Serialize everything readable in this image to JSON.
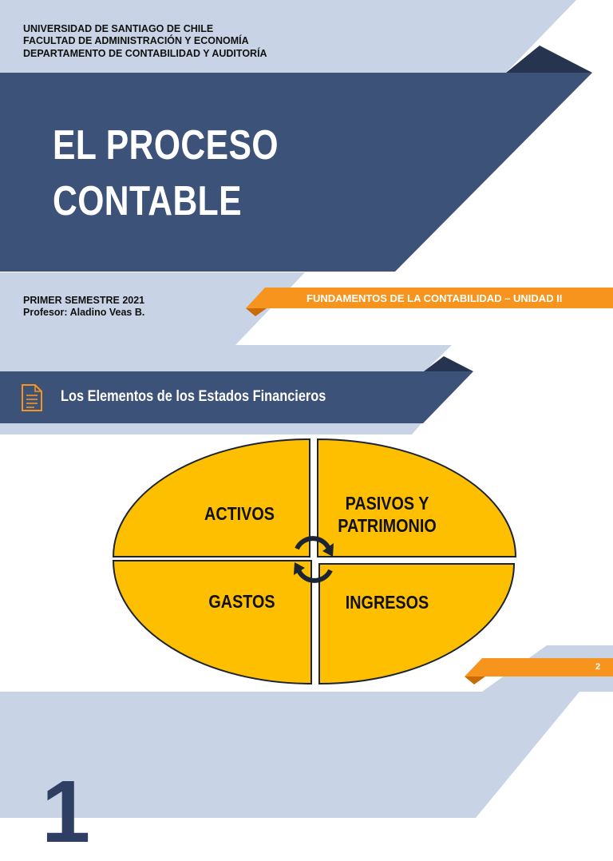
{
  "slide1": {
    "header_lines": [
      "UNIVERSIDAD DE SANTIAGO DE CHILE",
      "FACULTAD DE ADMINISTRACIÓN Y ECONOMÍA",
      "DEPARTAMENTO DE CONTABILIDAD Y AUDITORÍA"
    ],
    "title_lines": [
      "EL PROCESO",
      "CONTABLE"
    ],
    "semester": "PRIMER SEMESTRE 2021",
    "professor": "Profesor: Aladino Veas B.",
    "course_label": "FUNDAMENTOS DE LA CONTABILIDAD – UNIDAD II"
  },
  "slide2": {
    "section_icon": "document-icon",
    "section_title": "Los Elementos de los Estados Financieros",
    "quadrants": {
      "top_left": "ACTIVOS",
      "top_right_line1": "PASIVOS Y",
      "top_right_line2": "PATRIMONIO",
      "bottom_left": "GASTOS",
      "bottom_right": "INGRESOS"
    },
    "center_icon": "cycle-arrows-icon",
    "page_number": "2"
  },
  "slide3": {
    "big_number": "1"
  },
  "colors": {
    "navy": "#3d5278",
    "light_blue": "#c8d3e6",
    "dark_navy": "#26344f",
    "orange": "#f7941d",
    "dark_orange": "#c96a05",
    "yellow": "#fdbf00"
  }
}
